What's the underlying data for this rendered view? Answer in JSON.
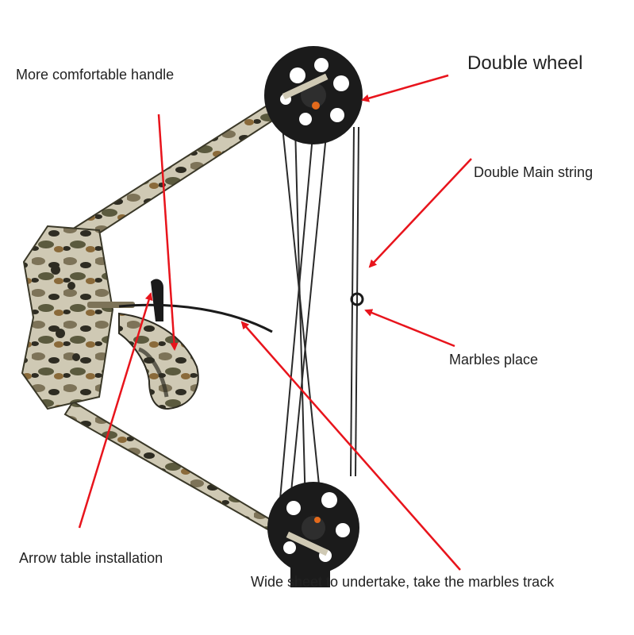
{
  "labels": {
    "handle": "More comfortable handle",
    "wheel": "Double wheel",
    "main_string": "Double Main string",
    "marbles_place": "Marbles place",
    "arrow_table": "Arrow table installation",
    "marbles_track": "Wide sheet to undertake, take the marbles track"
  },
  "colors": {
    "arrow": "#e8141c",
    "label_text": "#222222",
    "wheel": "#1b1b1b",
    "string": "#2a2a2a",
    "camo_light": "#cfc9b4",
    "camo_mid": "#7d7358",
    "camo_dark": "#2e2c22",
    "accent_orange": "#e36a1c"
  }
}
